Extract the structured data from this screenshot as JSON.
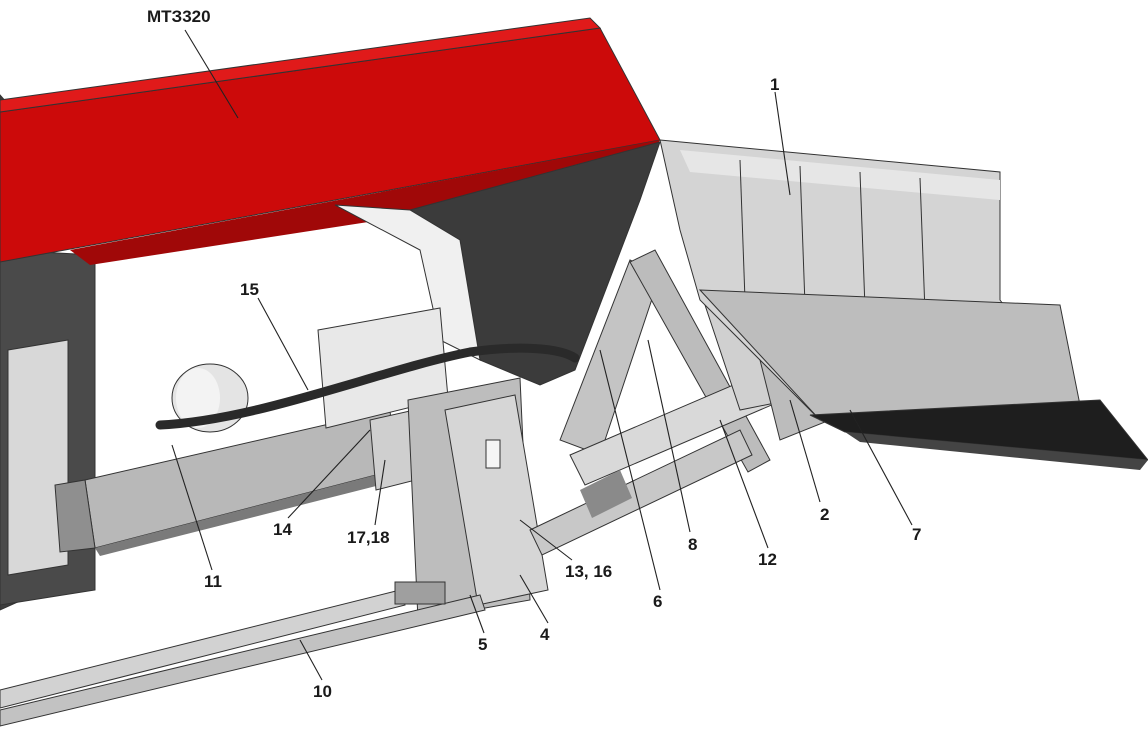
{
  "machine_label": "МТЗ320",
  "callouts": [
    {
      "id": "c1",
      "text": "1"
    },
    {
      "id": "c2",
      "text": "2"
    },
    {
      "id": "c4",
      "text": "4"
    },
    {
      "id": "c5",
      "text": "5"
    },
    {
      "id": "c6",
      "text": "6"
    },
    {
      "id": "c7",
      "text": "7"
    },
    {
      "id": "c8",
      "text": "8"
    },
    {
      "id": "c10",
      "text": "10"
    },
    {
      "id": "c11",
      "text": "11"
    },
    {
      "id": "c12",
      "text": "12"
    },
    {
      "id": "c13",
      "text": "13, 16"
    },
    {
      "id": "c14",
      "text": "14"
    },
    {
      "id": "c15",
      "text": "15"
    },
    {
      "id": "c17",
      "text": "17,18"
    }
  ],
  "colors": {
    "hood_red": "#cc0a0a",
    "dark_body": "#3c3c3c",
    "blade_gray": "#c9c9c9",
    "frame_gray": "#9a9a9a",
    "cutting_edge": "#1e1e1e"
  }
}
